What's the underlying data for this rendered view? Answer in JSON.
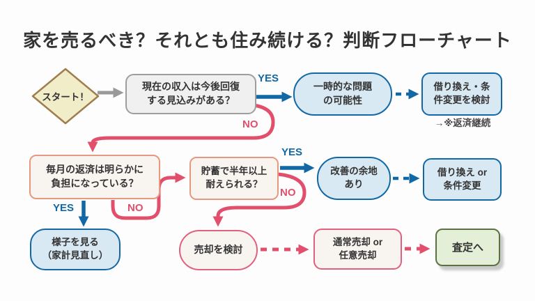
{
  "title": "家を売るべき？それとも住み続ける？判断フローチャート",
  "labels": {
    "yes": "YES",
    "no": "NO"
  },
  "nodes": {
    "start": {
      "label": "スタート！"
    },
    "q_income": {
      "text": "現在の収入は今後回復\nする見込みがある？"
    },
    "temp_problem": {
      "text": "一時的な問題\nの可能性"
    },
    "refinance_review": {
      "text": "借り換え・条\n件変更を検討"
    },
    "repayment_note": {
      "text": "→※返済継続"
    },
    "q_burden": {
      "text": "毎月の返済は明らかに\n負担になっている？"
    },
    "q_savings": {
      "text": "貯蓄で半年以上\n耐えられる？"
    },
    "room_improve": {
      "text": "改善の余地\nあり"
    },
    "refinance_or_change": {
      "text": "借り換え or\n条件変更"
    },
    "wait_and_see": {
      "text": "様子を見る\n（家計見直し）"
    },
    "consider_sale": {
      "text": "売却を検討"
    },
    "sale_types": {
      "text": "通常売却 or\n任意売却"
    },
    "appraisal": {
      "text": "査定へ"
    }
  },
  "colors": {
    "blue": "#1268a4",
    "light_blue": "#d9e9f3",
    "red": "#e14f6d",
    "salmon_border": "#e59980",
    "warm_white": "#f8f4f0",
    "gray_border": "#9e9e9e",
    "gray_fill": "#f0f0f0",
    "green_border": "#5b7142",
    "light_green": "#e3efd7",
    "diamond_fill": "#f1edc8",
    "diamond_border": "#9e7e4e",
    "arrow_gray": "#999999",
    "text": "#333333"
  }
}
